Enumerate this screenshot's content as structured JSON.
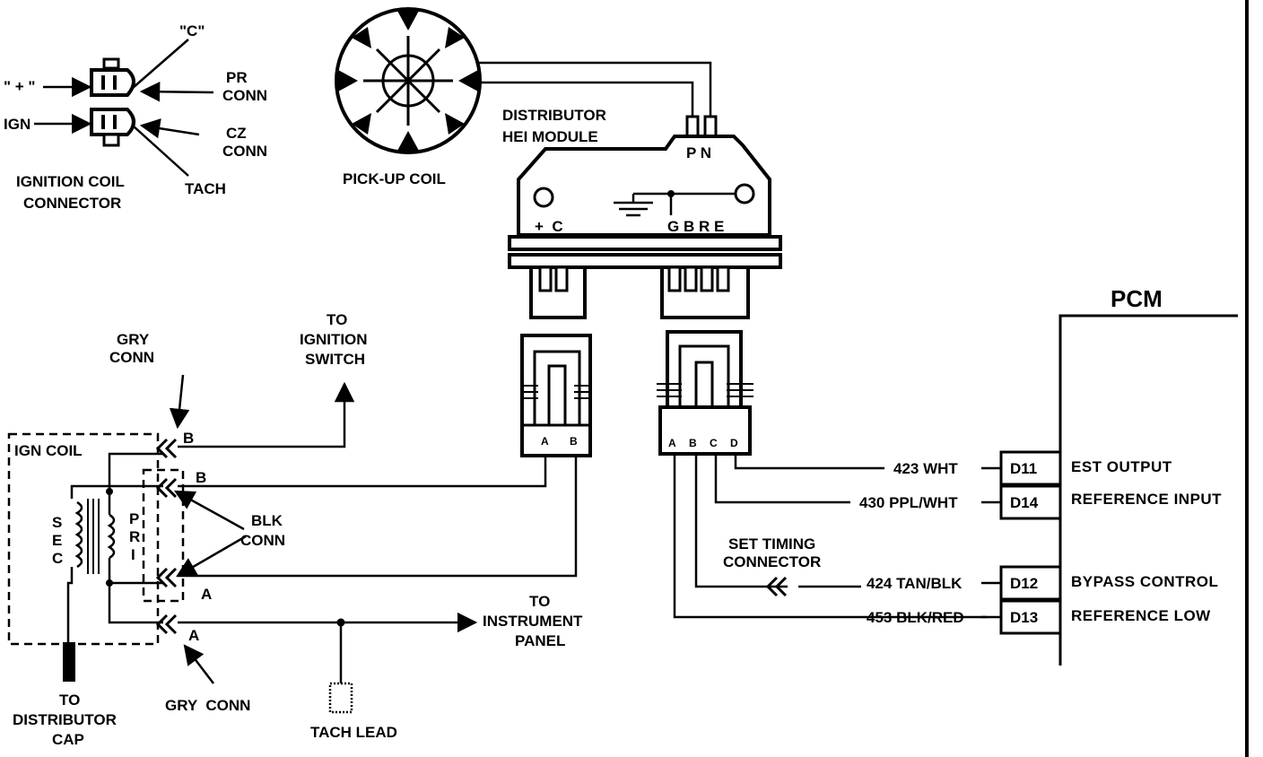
{
  "coil_connector": {
    "c_label": "\"C\"",
    "plus_label": "\" + \"",
    "ign_label": "IGN",
    "pr_conn": [
      "PR",
      "CONN"
    ],
    "cz_conn": [
      "CZ",
      "CONN"
    ],
    "tach": "TACH",
    "title": [
      "IGNITION COIL",
      "CONNECTOR"
    ]
  },
  "pickup_coil": "PICK-UP COIL",
  "module": {
    "title": [
      "DISTRIBUTOR",
      "HEI MODULE"
    ],
    "pn": "P N",
    "left_pins": "+  C",
    "right_pins": "G B R E"
  },
  "left_plug": {
    "pins": [
      "A",
      "B"
    ]
  },
  "right_plug": {
    "pins": [
      "A",
      "B",
      "C",
      "D"
    ]
  },
  "to_ignition": [
    "TO",
    "IGNITION",
    "SWITCH"
  ],
  "gry_conn_top": [
    "GRY",
    "CONN"
  ],
  "ign_coil": "IGN COIL",
  "sec_label": [
    "S",
    "E",
    "C"
  ],
  "pri_label": [
    "P",
    "R",
    "I"
  ],
  "blk_conn": [
    "BLK",
    "CONN"
  ],
  "terminals": {
    "b1": "B",
    "b2": "B",
    "a1": "A",
    "a2": "A"
  },
  "to_instrument": [
    "TO",
    "INSTRUMENT",
    "PANEL"
  ],
  "to_distributor": [
    "TO",
    "DISTRIBUTOR",
    "CAP"
  ],
  "gry_conn_bottom": "GRY  CONN",
  "tach_lead": "TACH LEAD",
  "set_timing": [
    "SET TIMING",
    "CONNECTOR"
  ],
  "pcm": {
    "title": "PCM",
    "circuits": [
      {
        "wire": "423 WHT",
        "pin": "D11",
        "function": "EST OUTPUT"
      },
      {
        "wire": "430 PPL/WHT",
        "pin": "D14",
        "function": "REFERENCE INPUT"
      },
      {
        "wire": "424 TAN/BLK",
        "pin": "D12",
        "function": "BYPASS CONTROL"
      },
      {
        "wire": "453 BLK/RED",
        "pin": "D13",
        "function": "REFERENCE LOW"
      }
    ]
  }
}
